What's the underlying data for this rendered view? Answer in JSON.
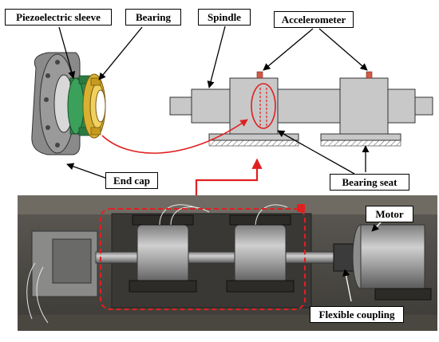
{
  "labels": {
    "piezoelectric_sleeve": "Piezoelectric sleeve",
    "bearing": "Bearing",
    "spindle": "Spindle",
    "accelerometer": "Accelerometer",
    "end_cap": "End cap",
    "bearing_seat": "Bearing seat",
    "motor": "Motor",
    "flexible_coupling": "Flexible coupling"
  },
  "colors": {
    "highlight_red": "#e02020",
    "part_gray": "#c8c8c8",
    "sleeve_green": "#2f8a4a",
    "bearing_gold": "#d9b030",
    "accelerometer_red": "#cf5a45"
  }
}
